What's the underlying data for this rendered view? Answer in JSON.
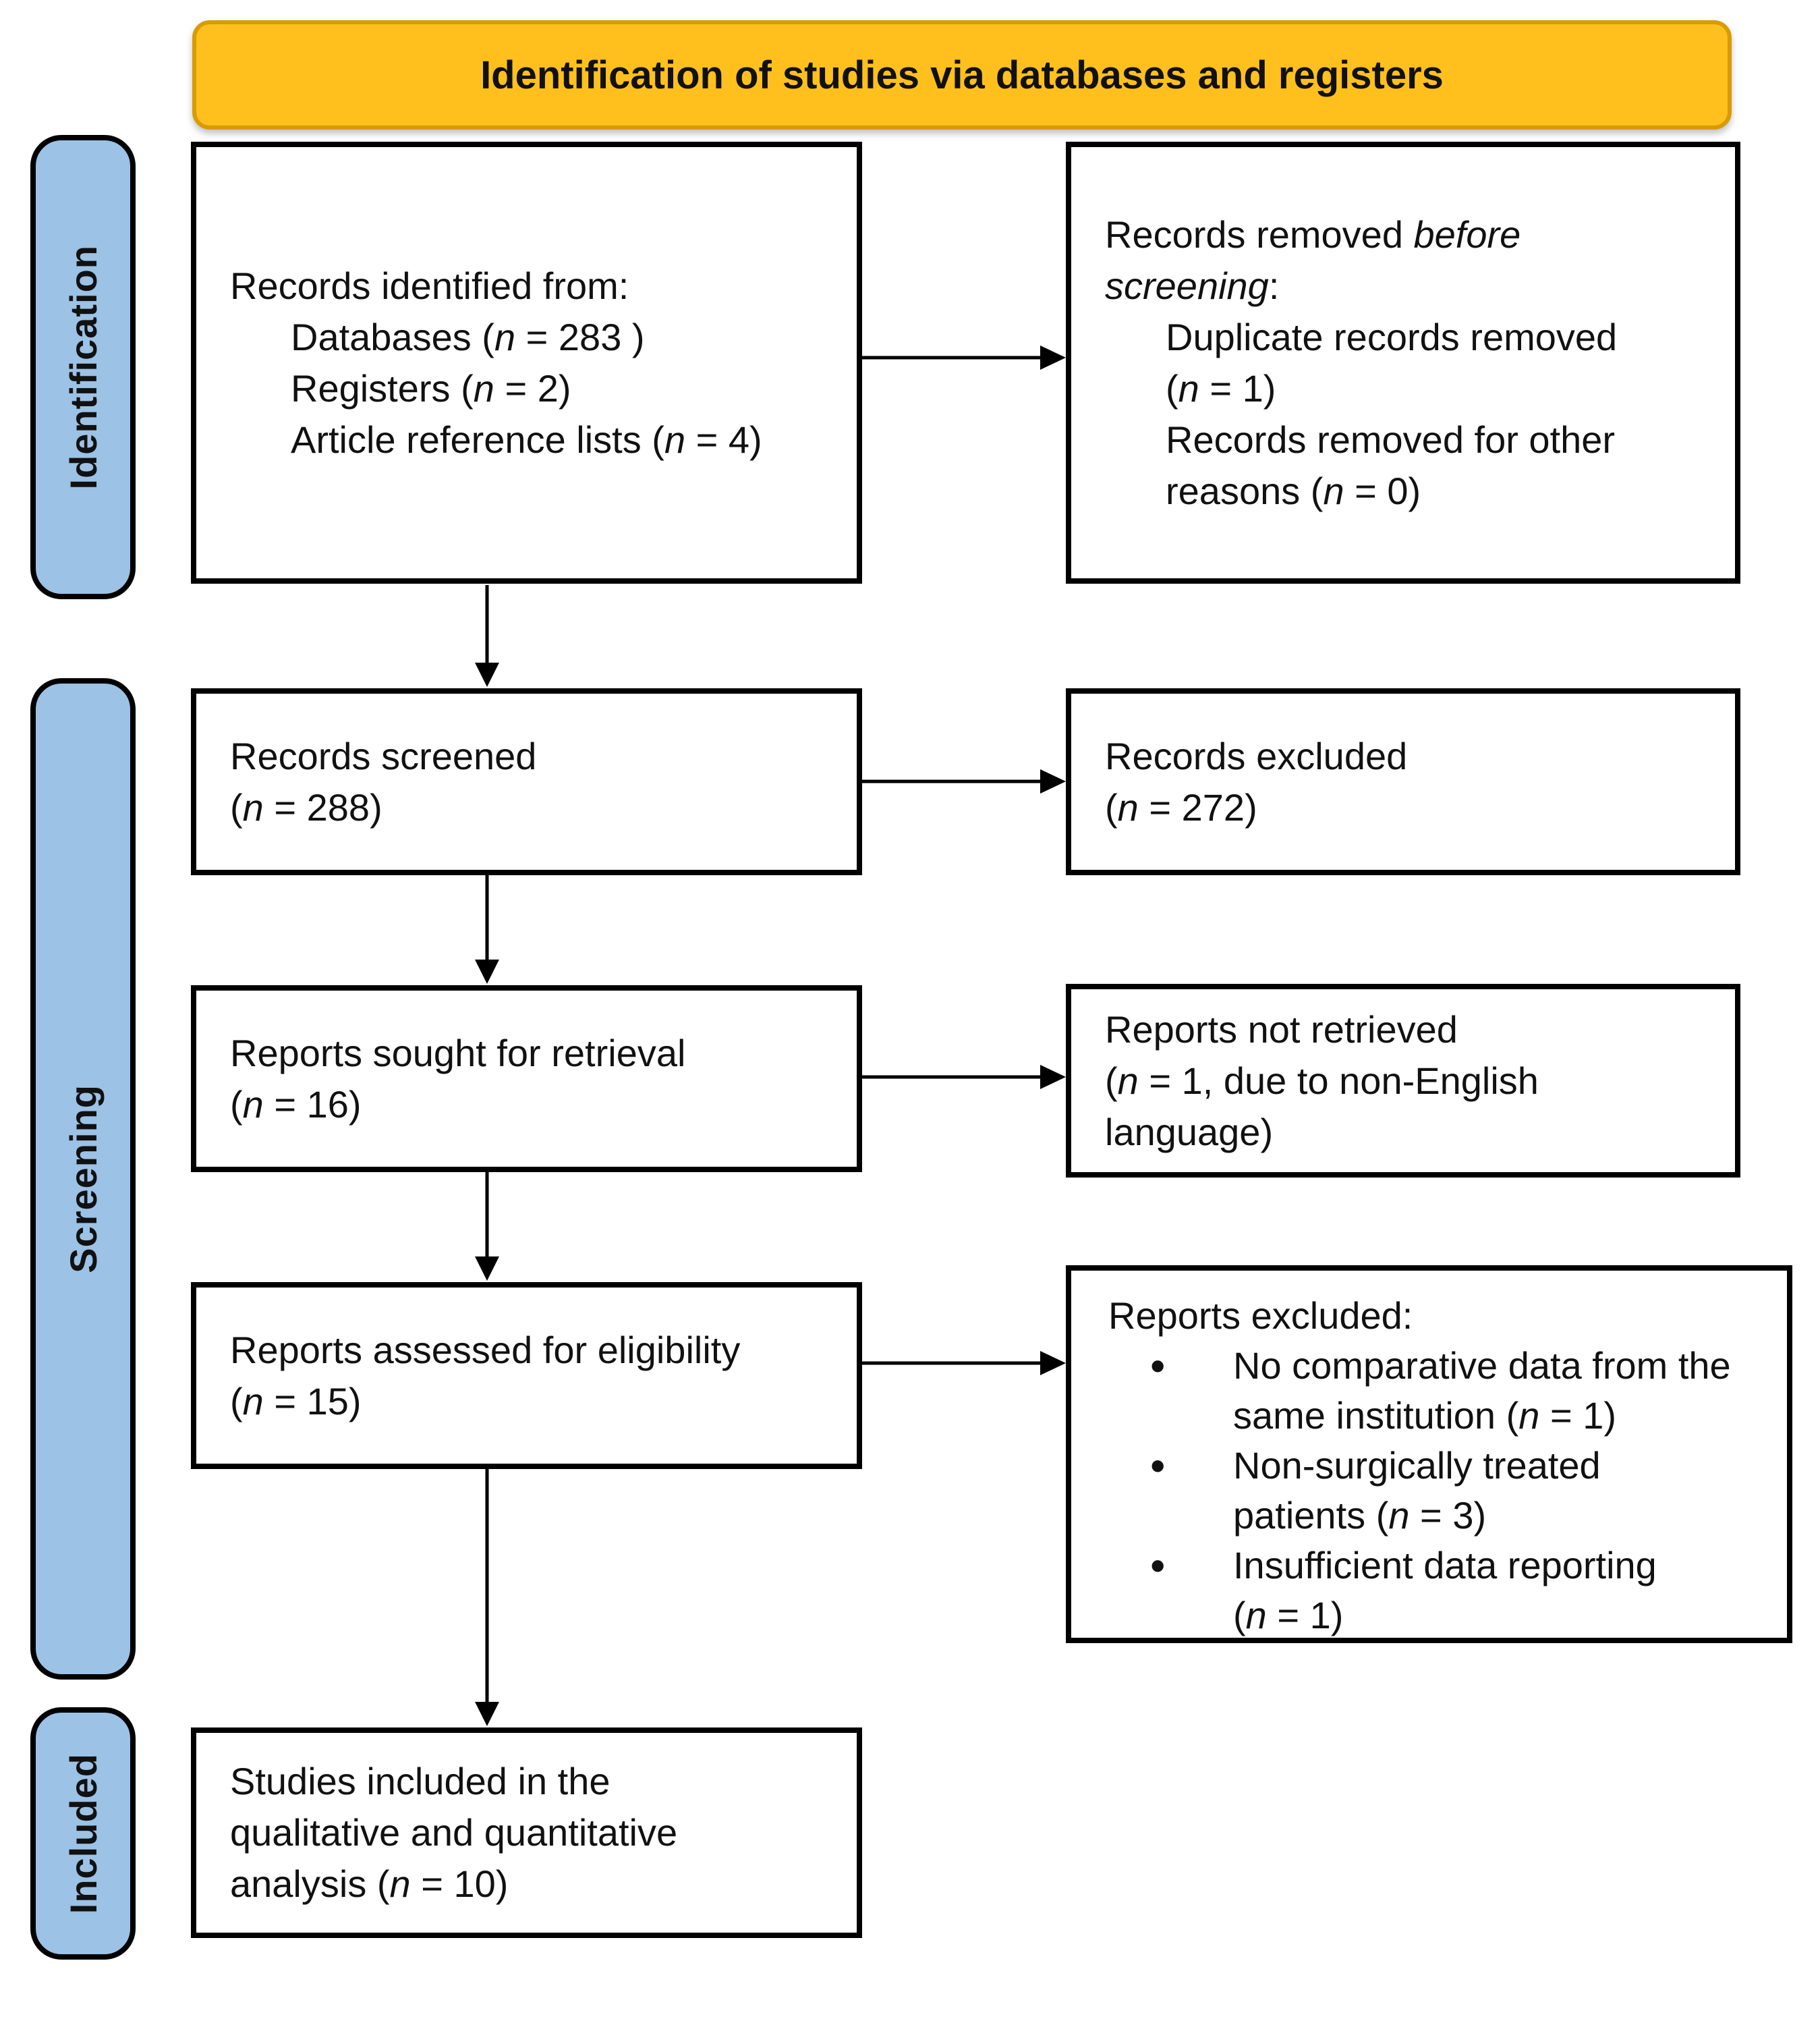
{
  "banner": {
    "title": "Identification of studies via databases and registers"
  },
  "stages": {
    "identification": "Identification",
    "screening": "Screening",
    "included": "Included"
  },
  "boxes": {
    "records_identified": {
      "lines": [
        {
          "pre": "Records identified from:"
        },
        {
          "pre": "Databases (",
          "it": "n",
          "post": " = 283 )"
        },
        {
          "pre": "Registers (",
          "it": "n",
          "post": " = 2)"
        },
        {
          "pre": "Article reference lists (",
          "it": "n",
          "post": " = 4)"
        }
      ]
    },
    "records_removed": {
      "lines": [
        {
          "pre": "Records removed ",
          "it": "before"
        },
        {
          "it": "screening",
          "post": ":"
        },
        {
          "pre": "Duplicate records removed"
        },
        {
          "pre": "(",
          "it": "n",
          "post": " = 1)"
        },
        {
          "pre": "Records removed for other"
        },
        {
          "pre": "reasons (",
          "it": "n",
          "post": " = 0)"
        }
      ]
    },
    "records_screened": {
      "lines": [
        {
          "pre": "Records screened"
        },
        {
          "pre": "(",
          "it": "n",
          "post": " = 288)"
        }
      ]
    },
    "records_excluded": {
      "lines": [
        {
          "pre": "Records excluded"
        },
        {
          "pre": "(",
          "it": "n",
          "post": " = 272)"
        }
      ]
    },
    "reports_sought": {
      "lines": [
        {
          "pre": "Reports sought for retrieval"
        },
        {
          "pre": "(",
          "it": "n",
          "post": " = 16)"
        }
      ]
    },
    "reports_not_retrieved": {
      "lines": [
        {
          "pre": "Reports not retrieved"
        },
        {
          "pre": "(",
          "it": "n",
          "post": " = 1, due to non-English"
        },
        {
          "pre": "language)"
        }
      ]
    },
    "reports_assessed": {
      "lines": [
        {
          "pre": "Reports assessed for eligibility"
        },
        {
          "pre": "(",
          "it": "n",
          "post": " = 15)"
        }
      ]
    },
    "reports_excluded": {
      "header": {
        "pre": "Reports excluded:"
      },
      "bullets": [
        {
          "lines": [
            {
              "pre": "No comparative data from the"
            },
            {
              "pre": "same institution (",
              "it": "n",
              "post": " = 1)"
            }
          ]
        },
        {
          "lines": [
            {
              "pre": "Non-surgically treated"
            },
            {
              "pre": "patients (",
              "it": "n",
              "post": " = 3)"
            }
          ]
        },
        {
          "lines": [
            {
              "pre": "Insufficient data reporting"
            },
            {
              "pre": "(",
              "it": "n",
              "post": " = 1)"
            }
          ]
        }
      ]
    },
    "studies_included": {
      "lines": [
        {
          "pre": "Studies included in the"
        },
        {
          "pre": "qualitative and quantitative"
        },
        {
          "pre": "analysis (",
          "it": "n",
          "post": " = 10)"
        }
      ]
    }
  },
  "colors": {
    "banner_fill": "#FFC01E",
    "banner_border": "#D89B00",
    "stage_fill": "#9CC2E5",
    "box_border": "#000000",
    "text": "#111111"
  }
}
